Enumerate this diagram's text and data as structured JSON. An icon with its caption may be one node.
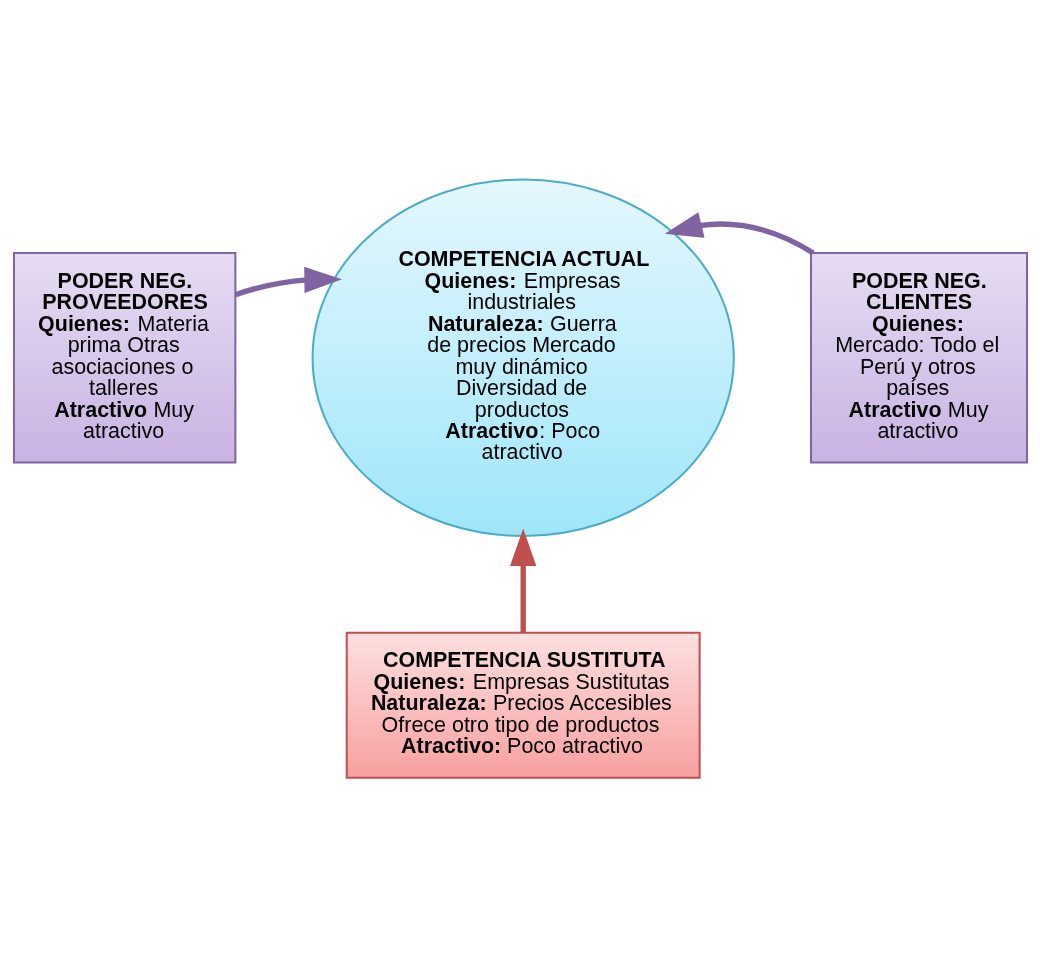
{
  "diagram": {
    "nodes": [
      {
        "text": [
          "PODER NEG. PROVEEDORES",
          "**Quienes:** Materia prima Otras asociaciones o talleres",
          "**Atractivo** Muy atractivo"
        ]
      },
      {
        "text": [
          "COMPETENCIA ACTUAL",
          "**Quienes:** Empresas industriales",
          "**Naturaleza:** Guerra de precios Mercado muy dinámico Diversidad de productos",
          "**Atractivo**: Poco atractivo"
        ]
      },
      {
        "text": [
          "PODER NEG. CLIENTES",
          "**Quienes:** Mercado: Todo el Perú y otros países",
          "**Atractivo** Muy atractivo"
        ]
      },
      {
        "text": [
          "COMPETENCIA SUSTITUTA",
          "**Quienes:** Empresas Sustitutas",
          "**Naturaleza:** Precios Accesibles Ofrece otro tipo de productos",
          "**Atractivo:** Poco atractivo"
        ]
      }
    ],
    "edges": [
      {
        "from": 0,
        "to": 1,
        "arrow": "to"
      },
      {
        "from": 2,
        "to": 1,
        "arrow": "to"
      },
      {
        "from": 3,
        "to": 1,
        "arrow": "to",
        "color": "#c0504d"
      }
    ]
  }
}
